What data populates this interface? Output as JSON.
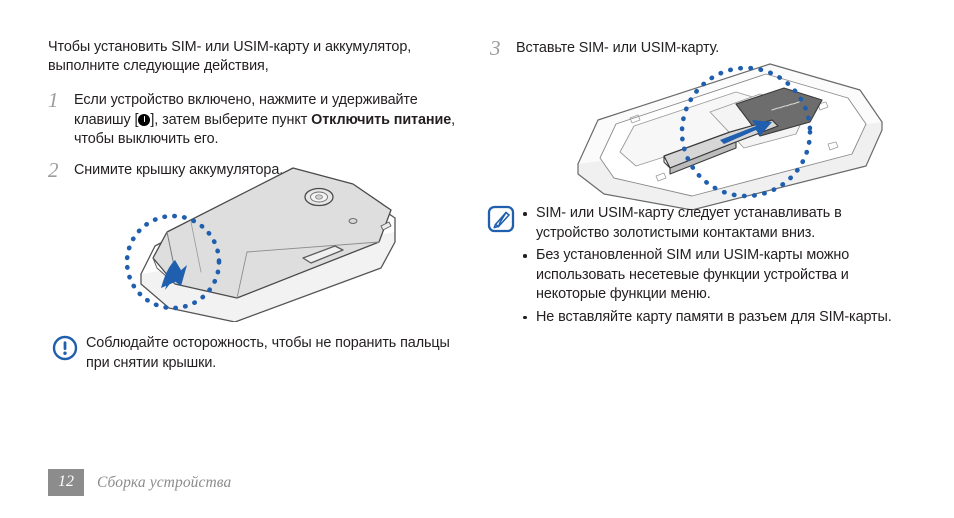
{
  "page": {
    "accent_blue": "#1f5fae",
    "footer_gray": "#8c8c8c",
    "body_text_color": "#231f20"
  },
  "left_column": {
    "intro": "Чтобы установить SIM- или USIM-карту и аккумулятор, выполните следующие действия,",
    "steps": [
      {
        "number": "1",
        "text_before_key": "Если устройство включено, нажмите и удерживайте клавишу [",
        "key_icon": "power-icon",
        "text_after_key": "], затем выберите пункт ",
        "bold_text": "Отключить питание",
        "text_end": ", чтобы выключить его."
      },
      {
        "number": "2",
        "text": "Снимите крышку аккумулятора."
      }
    ],
    "illustration": {
      "name": "phone-back-cover-removal-illustration",
      "alt": "Снятие крышки аккумулятора с телефона, выделено пунктирным кругом со стрелкой"
    },
    "caution": {
      "icon": "caution-exclamation-icon",
      "text": "Соблюдайте осторожность, чтобы не поранить пальцы при снятии крышки."
    }
  },
  "right_column": {
    "steps": [
      {
        "number": "3",
        "text": "Вставьте SIM- или USIM-карту."
      }
    ],
    "illustration": {
      "name": "sim-card-insertion-illustration",
      "alt": "Установка SIM-карты в разъем телефона, выделено пунктирным кругом"
    },
    "note": {
      "icon": "note-pen-icon",
      "bullets": [
        "SIM- или USIM-карту следует устанавливать в устройство золотистыми контактами вниз.",
        "Без установленной SIM или USIM-карты можно использовать несетевые функции устройства и некоторые функции меню.",
        "Не вставляйте карту памяти в разъем для SIM-карты."
      ]
    }
  },
  "footer": {
    "page_number": "12",
    "section_title": "Сборка устройства"
  }
}
